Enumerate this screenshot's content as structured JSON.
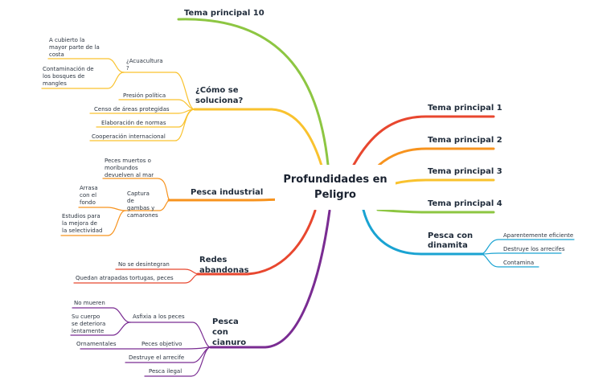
{
  "central": "Profundidades en\nPeligro",
  "colors": {
    "lime": "#8dc642",
    "yellow": "#f9c22e",
    "orange": "#f7931e",
    "red": "#e8472f",
    "purple": "#7a2c92",
    "cyan": "#1aa3d2",
    "text": "#1f2b3a"
  },
  "topics": {
    "t10": "Tema principal 10",
    "t1": "Tema principal 1",
    "t2": "Tema principal 2",
    "t3": "Tema principal 3",
    "t4": "Tema principal 4",
    "dinamita": "Pesca con\ndinamita",
    "soluciona": "¿Cómo se\nsoluciona?",
    "industrial": "Pesca industrial",
    "redes": "Redes\nabandonas",
    "cianuro": "Pesca\ncon\ncianuro"
  },
  "subtopics": {
    "dinamita": [
      "Aparentemente eficiente",
      "Destruye los arrecifes",
      "Contamina"
    ],
    "soluciona": {
      "acuacultura": "¿Acuacultura\n?",
      "acuacultura_children": [
        "A cubierto la\nmayor parte de la\ncosta",
        "Contaminación de\nlos bosques de\nmangles"
      ],
      "items": [
        "Presión política",
        "Censo de áreas protegidas",
        "Elaboración de normas",
        "Cooperación internacional"
      ]
    },
    "industrial": {
      "peces": "Peces muertos o\nmoribundos\ndevuelven al mar",
      "captura": "Captura\nde\ngambas y\ncamarones",
      "captura_children": [
        "Arrasa\ncon el\nfondo",
        "Estudios para\nla mejora de\nla selectividad"
      ]
    },
    "redes": [
      "No se desintegran",
      "Quedan atrapadas tortugas, peces"
    ],
    "cianuro": {
      "asfixia": "Asfixia a los peces",
      "asfixia_children": [
        "No mueren",
        "Su cuerpo\nse deteriora\nlentamente"
      ],
      "objetivo": "Peces objetivo",
      "objetivo_children": [
        "Ornamentales"
      ],
      "items": [
        "Destruye el arrecife",
        "Pesca ilegal"
      ]
    }
  }
}
